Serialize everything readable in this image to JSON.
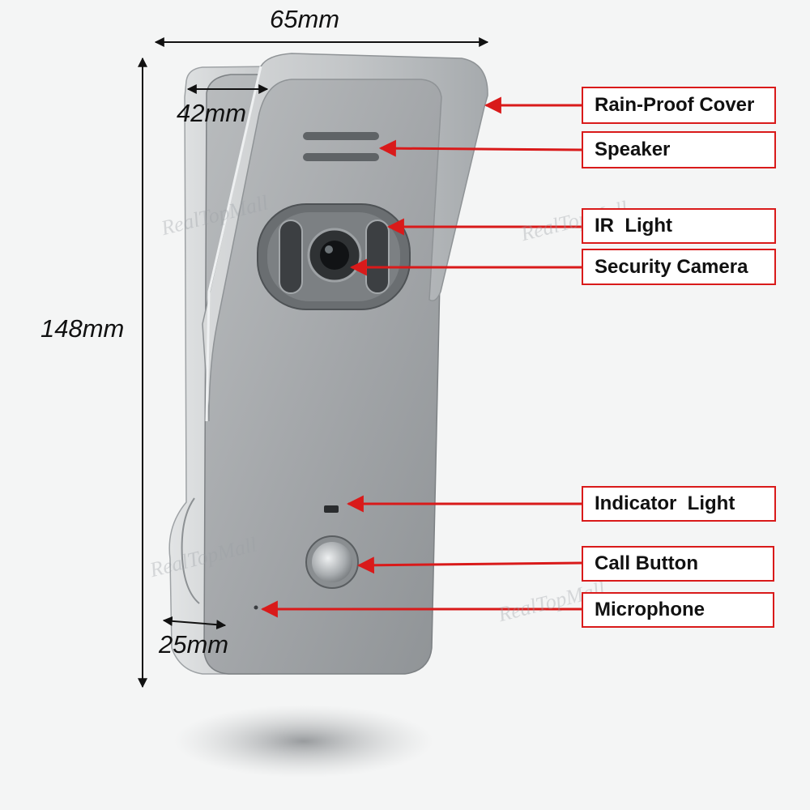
{
  "dimensions": {
    "width_top": "65mm",
    "depth_top": "42mm",
    "height": "148mm",
    "depth_bottom": "25mm"
  },
  "callouts": {
    "rain_cover": "Rain-Proof Cover",
    "speaker": "Speaker",
    "ir_light": "IR  Light",
    "security_camera": "Security Camera",
    "indicator_light": "Indicator  Light",
    "call_button": "Call Button",
    "microphone": "Microphone"
  },
  "watermark": "RealTopMall",
  "colors": {
    "arrow": "#d91a1a",
    "callout_border": "#d91a1a",
    "device_body": "#a9acae",
    "background": "#f4f5f5"
  }
}
